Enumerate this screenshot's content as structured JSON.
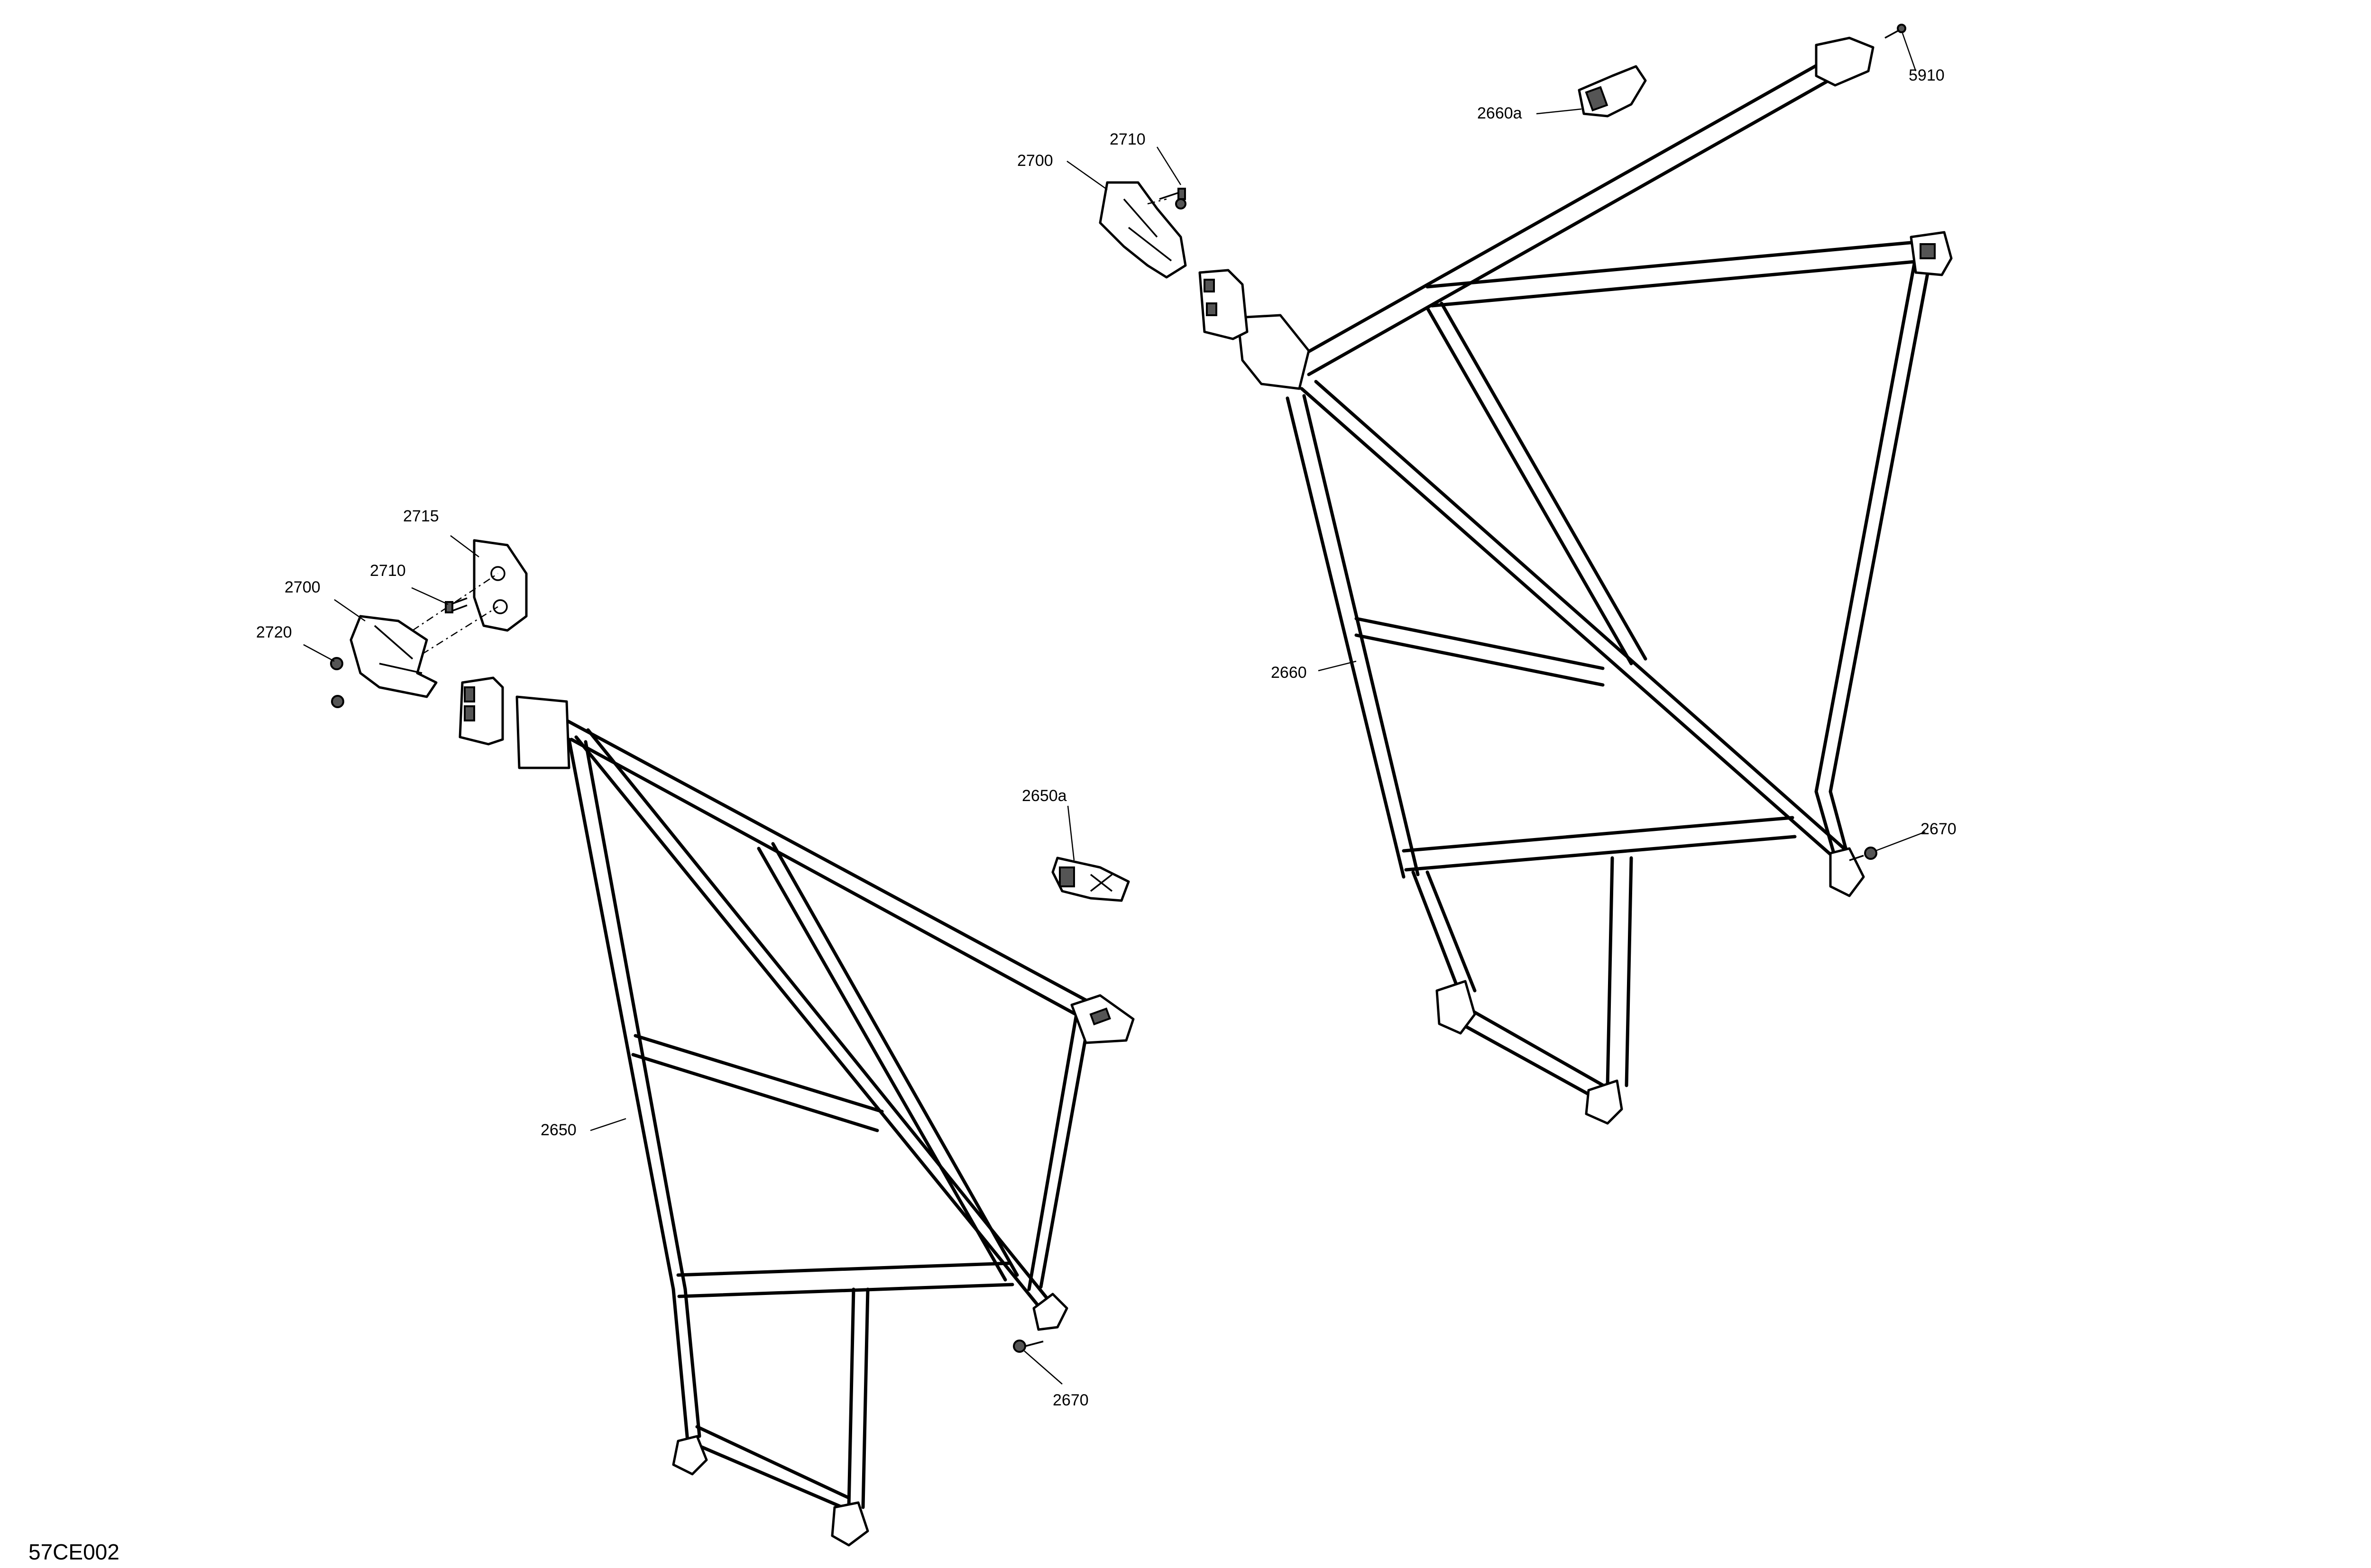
{
  "drawing_id": "57CE002",
  "callouts": {
    "c2715": "2715",
    "c2710_left": "2710",
    "c2700_left": "2700",
    "c2720": "2720",
    "c2650": "2650",
    "c2650a": "2650a",
    "c2670_left": "2670",
    "c2700_right": "2700",
    "c2710_right": "2710",
    "c2660a": "2660a",
    "c5910": "5910",
    "c2660": "2660",
    "c2670_right": "2670"
  }
}
